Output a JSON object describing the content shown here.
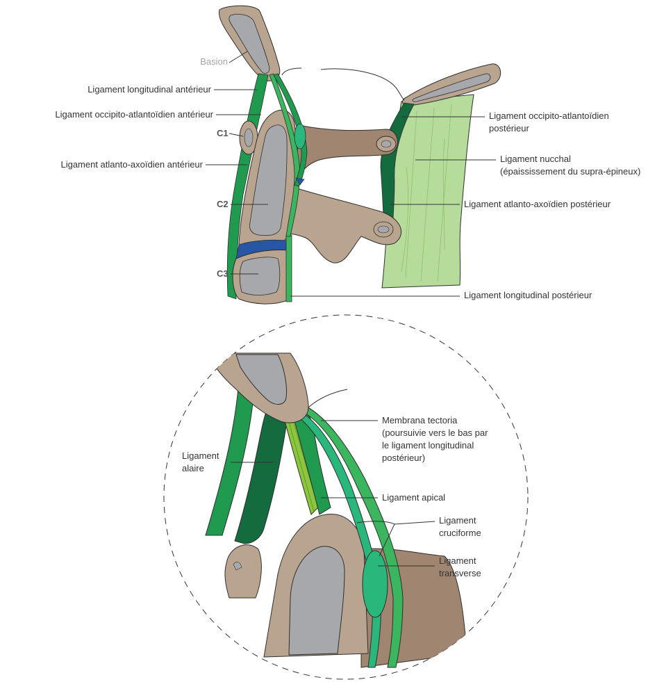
{
  "colors": {
    "bone": "#b9a48f",
    "bone_dark": "#a08570",
    "bone_inner": "#a6a8ab",
    "ligament_dark": "#136b3e",
    "ligament_mid": "#1f9a4f",
    "ligament_light": "#3bb55e",
    "ligament_teal": "#2ab77b",
    "nuchal": "#b6dc9b",
    "nuchal_stripe": "#8fbf6f",
    "lime": "#8cc63f",
    "disc": "#2756a6",
    "outline": "#2e2e2e",
    "leader": "#333333"
  },
  "top_view": {
    "labels": {
      "basion": "Basion",
      "lig_long_ant": "Ligament longitudinal antérieur",
      "lig_occ_atl_ant": "Ligament occipito-atlantoïdien antérieur",
      "c1": "C1",
      "lig_atl_ax_ant": "Ligament atlanto-axoïdien antérieur",
      "c2": "C2",
      "c3": "C3",
      "lig_occ_atl_post_1": "Ligament occipito-atlantoïdien",
      "lig_occ_atl_post_2": "postérieur",
      "lig_nucchal_1": "Ligament nucchal",
      "lig_nucchal_2": "(épaississement du supra-épineux)",
      "lig_atl_ax_post": "Ligament atlanto-axoïdien postérieur",
      "lig_long_post": "Ligament longitudinal postérieur"
    }
  },
  "detail_view": {
    "labels": {
      "membrana_1": "Membrana tectoria",
      "membrana_2": "(poursuivie vers le bas par",
      "membrana_3": "le ligament longitudinal",
      "membrana_4": "postérieur)",
      "alaire_1": "Ligament",
      "alaire_2": "alaire",
      "apical": "Ligament apical",
      "cruci_1": "Ligament",
      "cruci_2": "cruciforme",
      "trans_1": "Ligament",
      "trans_2": "transverse"
    }
  }
}
